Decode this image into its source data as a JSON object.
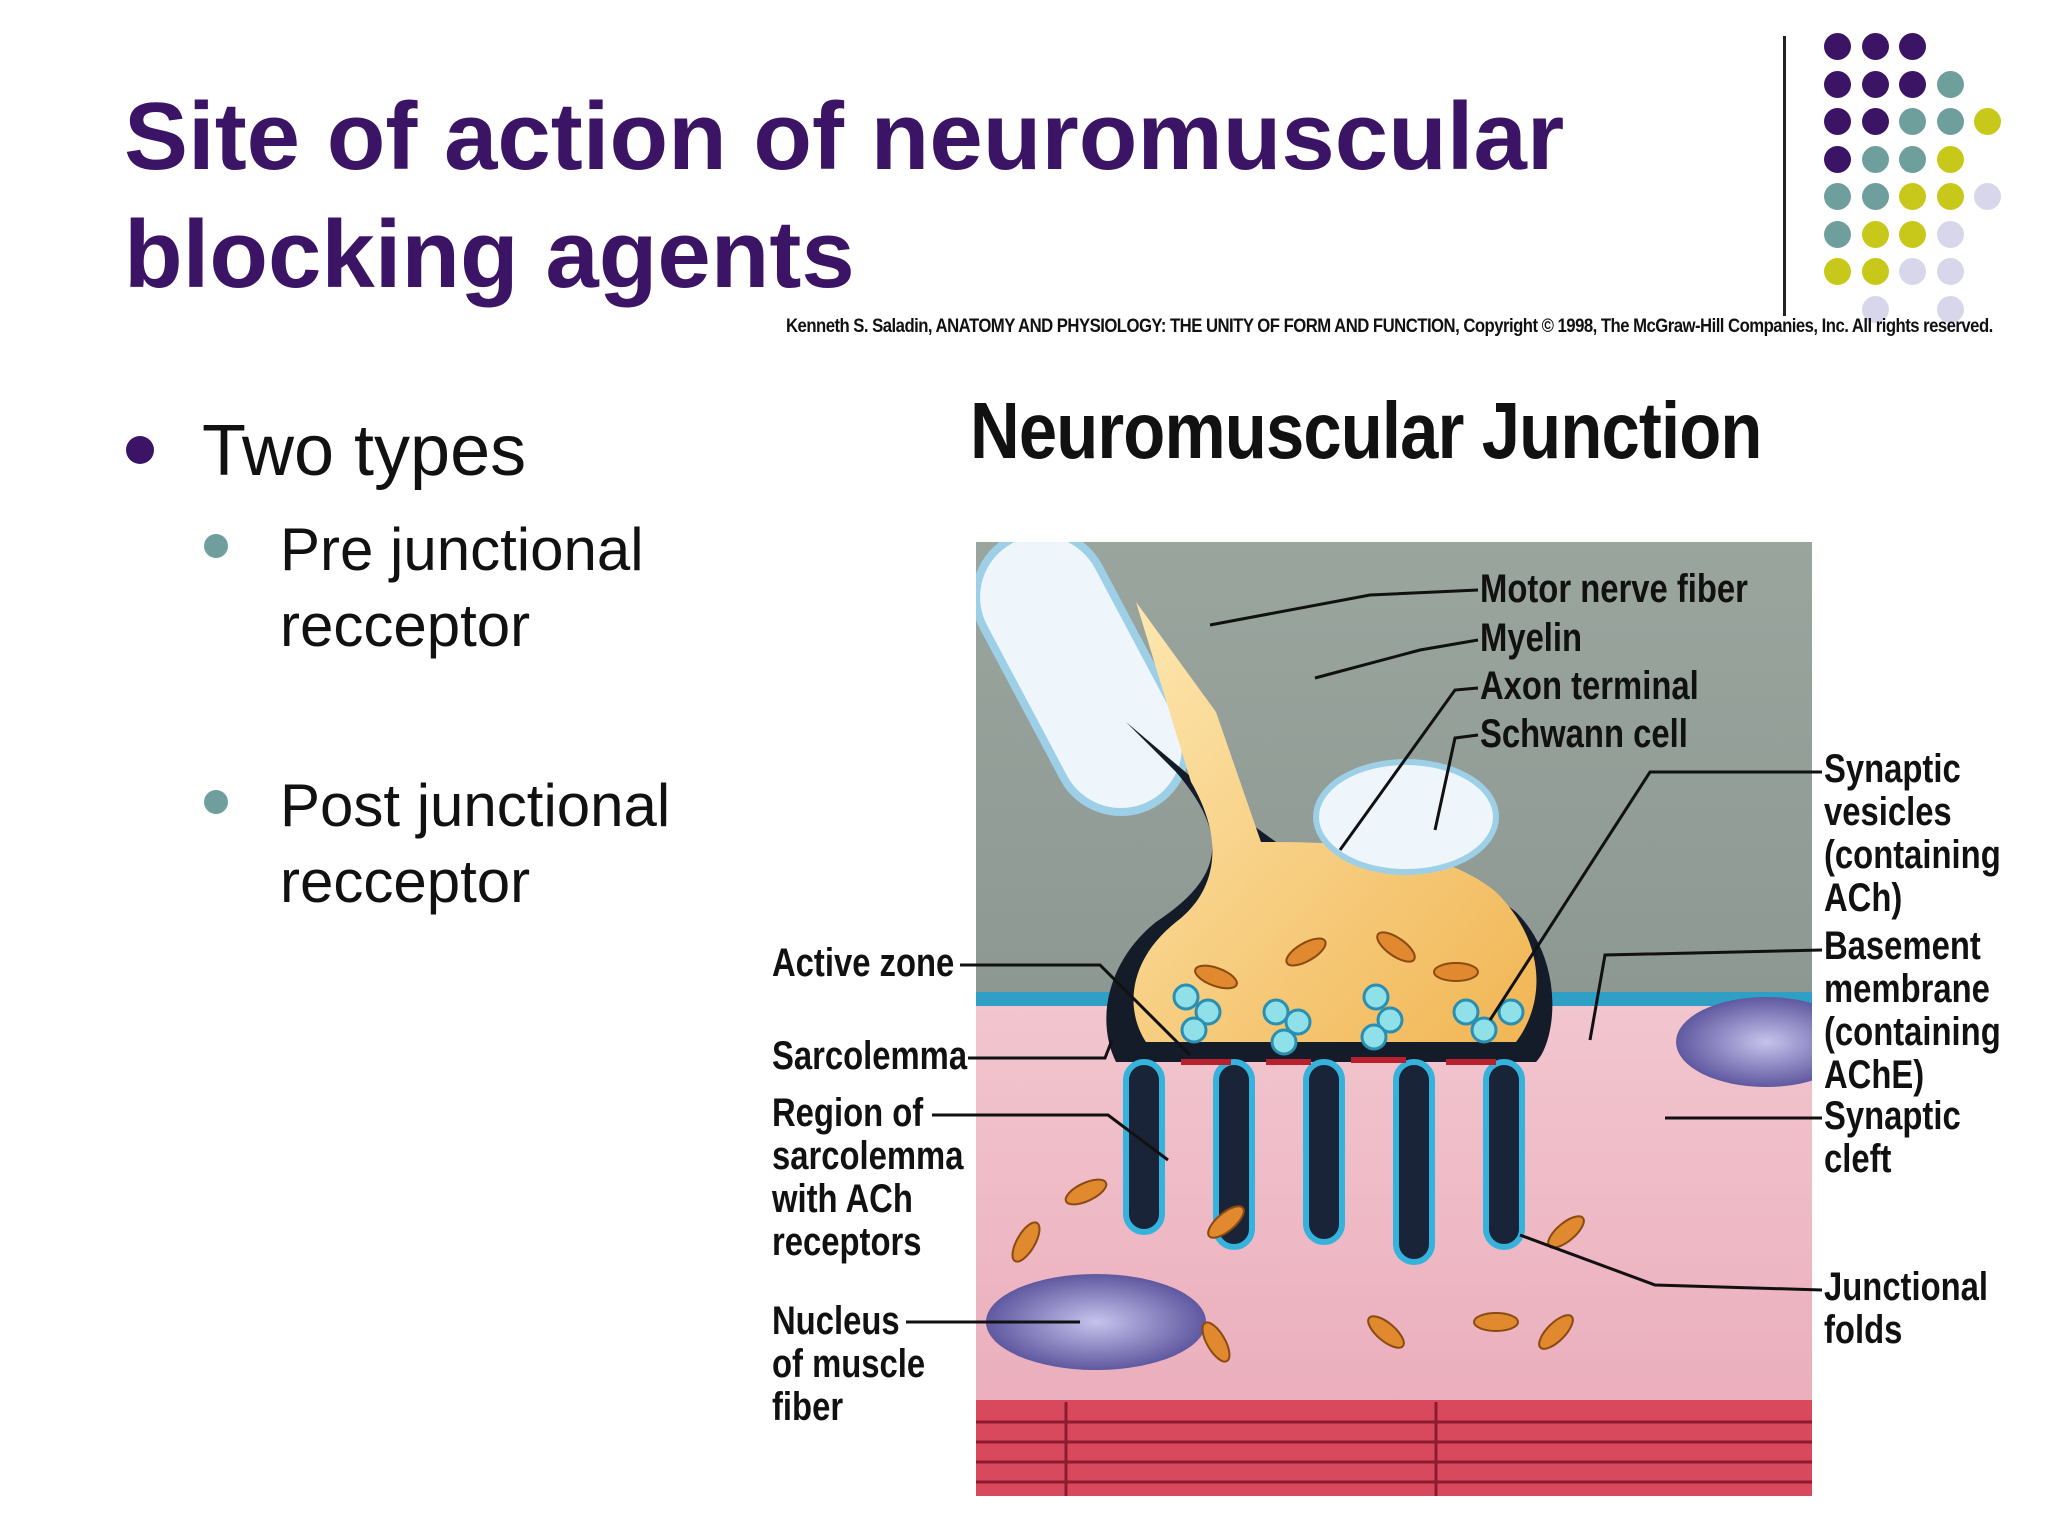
{
  "slide": {
    "title_lines": [
      "Site of action of neuromuscular",
      "blocking agents"
    ],
    "credit": "Kenneth S. Saladin, ANATOMY AND PHYSIOLOGY: THE UNITY OF FORM AND FUNCTION, Copyright © 1998, The McGraw-Hill Companies, Inc.  All rights reserved.",
    "bullets": {
      "main": "Two types",
      "sub": [
        {
          "lines": [
            "Pre junctional",
            "recceptor"
          ]
        },
        {
          "lines": [
            "Post junctional",
            "recceptor"
          ]
        }
      ]
    },
    "colors": {
      "title": "#3b1466",
      "accent_purple": "#3b1466",
      "accent_teal": "#6f9f9c",
      "accent_yellow": "#c8c81a",
      "accent_lavender": "#d8d6ea"
    }
  },
  "diagram": {
    "title": "Neuromuscular Junction",
    "labels_right": {
      "motor_nerve_fiber": "Motor nerve fiber",
      "myelin": "Myelin",
      "axon_terminal": "Axon terminal",
      "schwann_cell": "Schwann cell",
      "synaptic_vesicles": [
        "Synaptic",
        "vesicles",
        "(containing",
        "ACh)"
      ],
      "basement_membrane": [
        "Basement",
        "membrane",
        "(containing",
        "AChE)"
      ],
      "synaptic_cleft": [
        "Synaptic",
        "cleft"
      ],
      "junctional_folds": [
        "Junctional",
        "folds"
      ]
    },
    "labels_left": {
      "active_zone": "Active zone",
      "sarcolemma": "Sarcolemma",
      "region": [
        "Region of",
        "sarcolemma",
        "with ACh",
        "receptors"
      ],
      "nucleus": [
        "Nucleus",
        "of muscle",
        "fiber"
      ]
    }
  }
}
